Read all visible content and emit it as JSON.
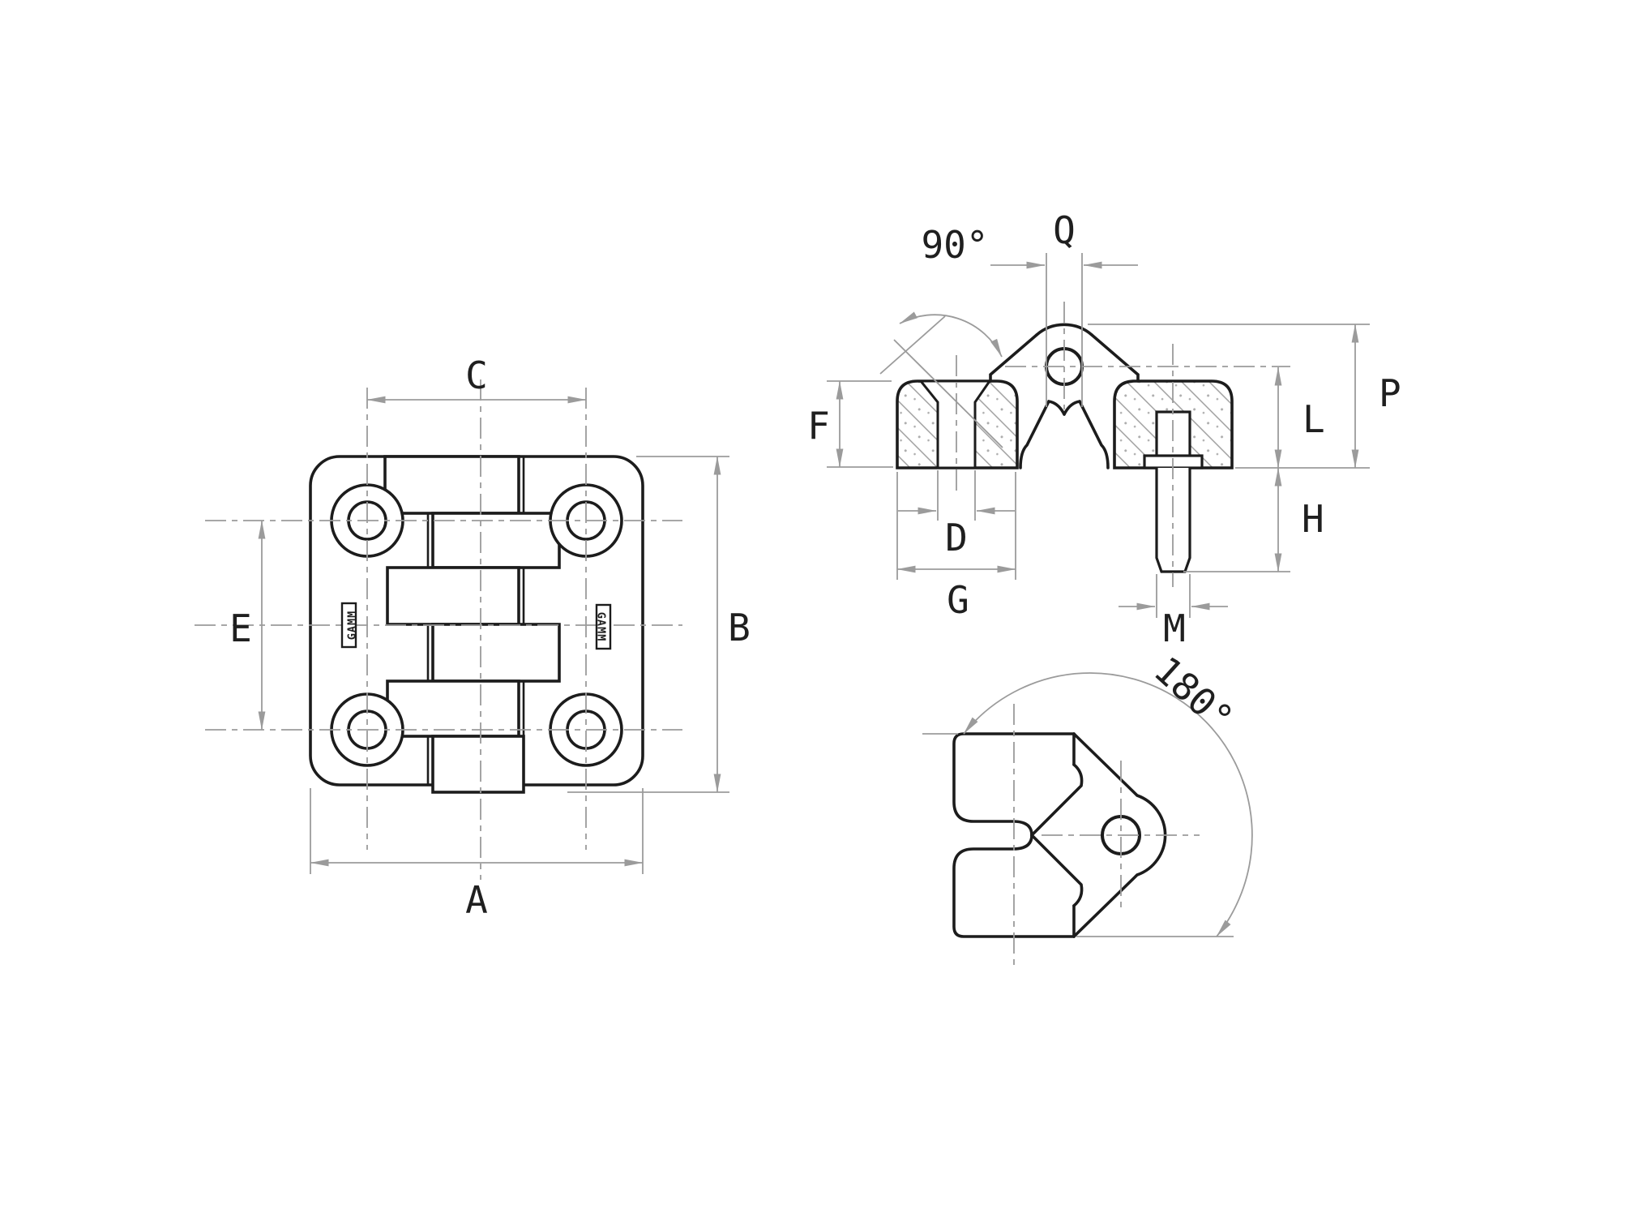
{
  "page": {
    "background": "#ffffff"
  },
  "drawing": {
    "type": "technical-drawing",
    "subject": "hinge",
    "colors": {
      "outline": "#1c1c1c",
      "dimension": "#9b9b9b",
      "label": "#1f1f1f"
    },
    "front_view": {
      "brand_left": "GAMM",
      "brand_right": "GAMM",
      "dims": {
        "A": "A",
        "B": "B",
        "C": "C",
        "E": "E"
      }
    },
    "open_view": {
      "angle_label": "90°",
      "dims": {
        "Q": "Q",
        "F": "F",
        "D": "D",
        "G": "G",
        "M": "M",
        "H": "H",
        "L": "L",
        "P": "P"
      }
    },
    "folded_view": {
      "angle_label": "180°"
    }
  }
}
